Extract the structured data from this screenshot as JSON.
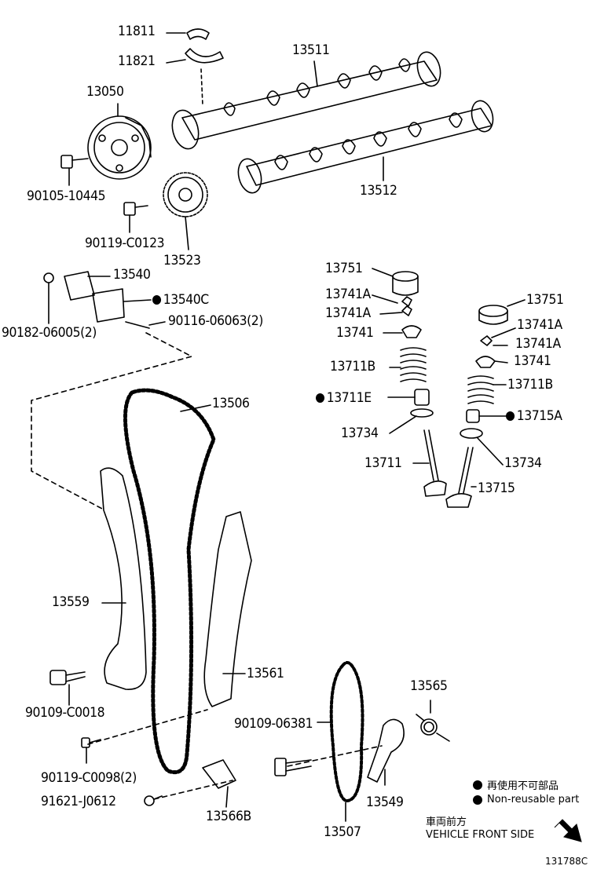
{
  "labels": {
    "p11811": "11811",
    "p11821": "11821",
    "p13511": "13511",
    "p13050": "13050",
    "p90105_10445": "90105-10445",
    "p13512": "13512",
    "p90119_C0123": "90119-C0123",
    "p13523": "13523",
    "p13540": "13540",
    "p13540C": "13540C",
    "p90182_06005": "90182-06005(2)",
    "p90116_06063": "90116-06063(2)",
    "p13506": "13506",
    "p13559": "13559",
    "p90109_C0018": "90109-C0018",
    "p13561": "13561",
    "p90109_06381": "90109-06381",
    "p90119_C0098": "90119-C0098(2)",
    "p91621_J0612": "91621-J0612",
    "p13566B": "13566B",
    "p13507": "13507",
    "p13549": "13549",
    "p13565": "13565",
    "p13751_a": "13751",
    "p13741A_a1": "13741A",
    "p13741A_a2": "13741A",
    "p13741_a": "13741",
    "p13711B": "13711B",
    "p13711E": "13711E",
    "p13734_a": "13734",
    "p13711": "13711",
    "p13751_b": "13751",
    "p13741A_b1": "13741A",
    "p13741A_b2": "13741A",
    "p13741_b": "13741",
    "p13711B_b": "13711B",
    "p13715A": "13715A",
    "p13734_b": "13734",
    "p13715": "13715"
  },
  "legend": {
    "reuse_jp": "再使用不可部品",
    "reuse_en": "Non-reusable part"
  },
  "direction": {
    "jp": "車両前方",
    "en": "VEHICLE FRONT SIDE"
  },
  "diagram_code": "131788C"
}
